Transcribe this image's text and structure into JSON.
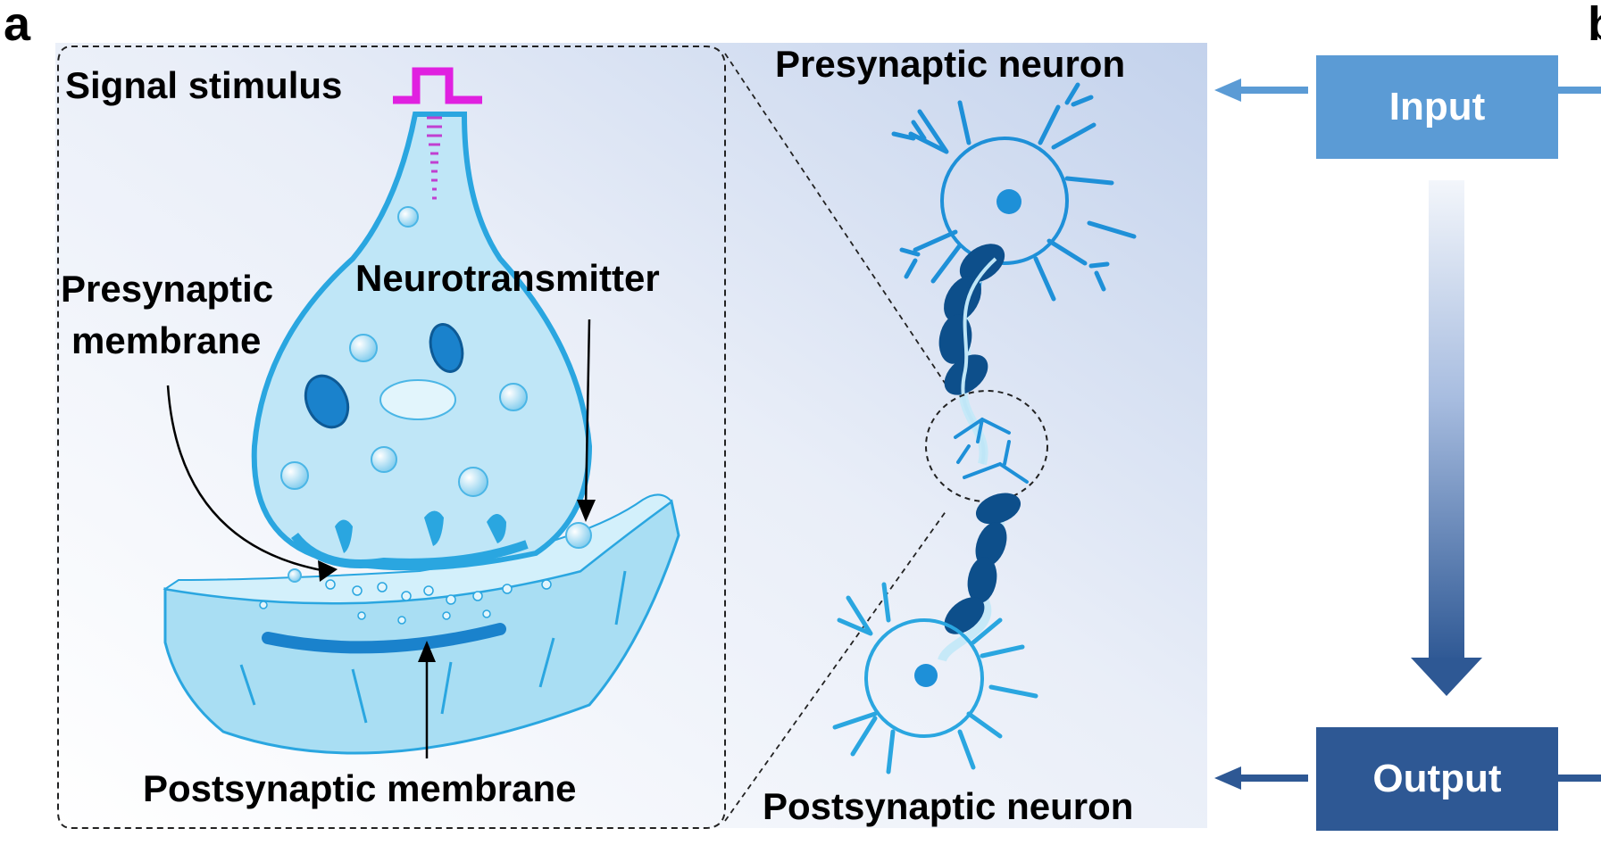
{
  "panel_labels": {
    "a": "a",
    "b": "b"
  },
  "synapse": {
    "signal_stimulus": "Signal stimulus",
    "presynaptic_membrane_line1": "Presynaptic",
    "presynaptic_membrane_line2": "membrane",
    "neurotransmitter": "Neurotransmitter",
    "postsynaptic_membrane": "Postsynaptic membrane"
  },
  "neurons": {
    "presynaptic_neuron": "Presynaptic neuron",
    "postsynaptic_neuron": "Postsynaptic neuron"
  },
  "flow": {
    "input_label": "Input",
    "output_label": "Output"
  },
  "colors": {
    "input_box": "#5b9bd5",
    "output_box": "#2e5894",
    "membrane_blue": "#2aa6e0",
    "cell_fill": "#bfe6f7",
    "stimulus_magenta": "#e020e0",
    "neuron_blue": "#1e90d8",
    "myelin_dark": "#0d4f8b"
  }
}
